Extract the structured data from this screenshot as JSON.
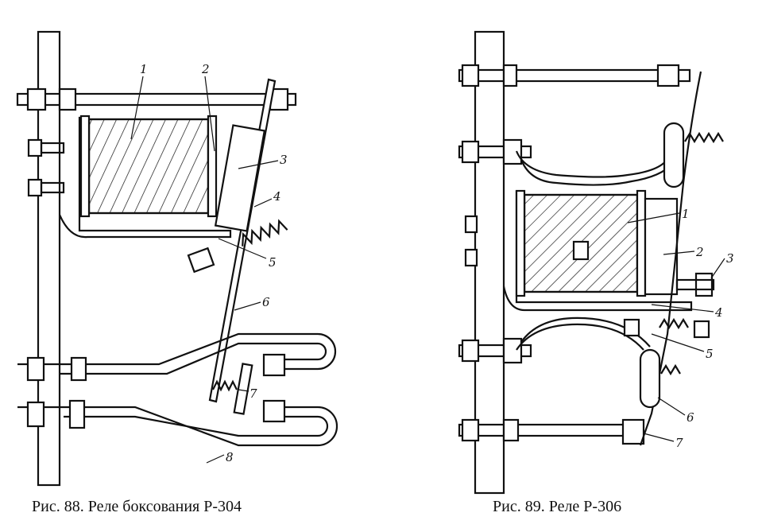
{
  "figures": [
    {
      "caption": "Рис. 88. Реле боксования Р-304",
      "labels": [
        "1",
        "2",
        "3",
        "4",
        "5",
        "6",
        "7",
        "8"
      ]
    },
    {
      "caption": "Рис. 89. Реле Р-306",
      "labels": [
        "1",
        "2",
        "3",
        "4",
        "5",
        "6",
        "7"
      ]
    }
  ]
}
